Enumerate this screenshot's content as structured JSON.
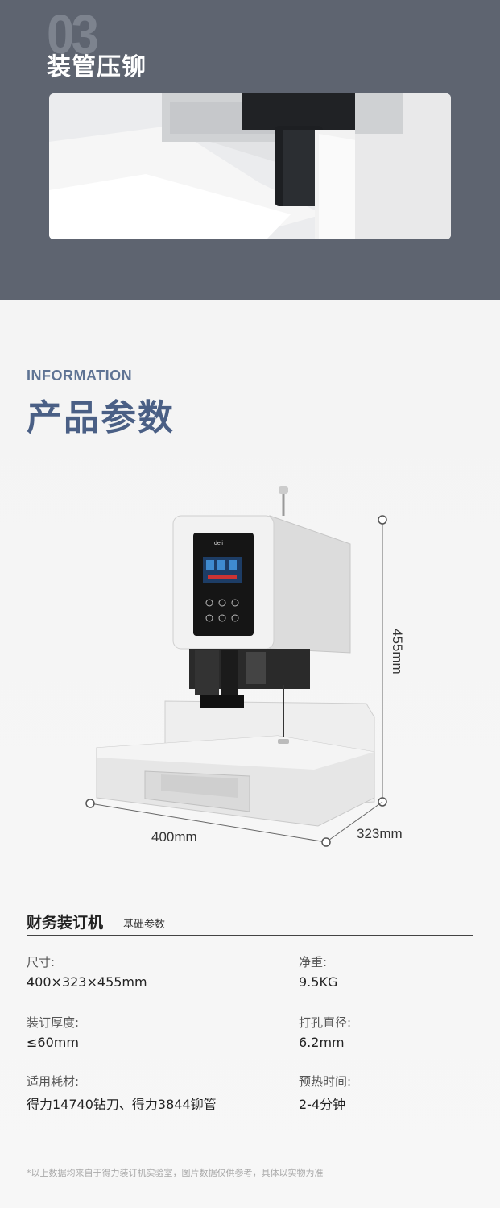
{
  "section": {
    "number": "03",
    "title": "装管压铆"
  },
  "info": {
    "en": "INFORMATION",
    "cn": "产品参数"
  },
  "dimensions": {
    "width": "400mm",
    "depth": "323mm",
    "height": "455mm"
  },
  "specs": {
    "title": "财务装订机",
    "subtitle": "基础参数",
    "items": [
      {
        "label": "尺寸:",
        "value": "400×323×455mm"
      },
      {
        "label": "净重:",
        "value": "9.5KG"
      },
      {
        "label": "装订厚度:",
        "value": "≤60mm"
      },
      {
        "label": "打孔直径:",
        "value": "6.2mm"
      },
      {
        "label": "适用耗材:",
        "value": "得力14740钻刀、得力3844铆管"
      },
      {
        "label": "预热时间:",
        "value": "2-4分钟"
      }
    ],
    "note": "*以上数据均来自于得力装订机实验室，图片数据仅供参考，具体以实物为准"
  },
  "brand": "deli"
}
